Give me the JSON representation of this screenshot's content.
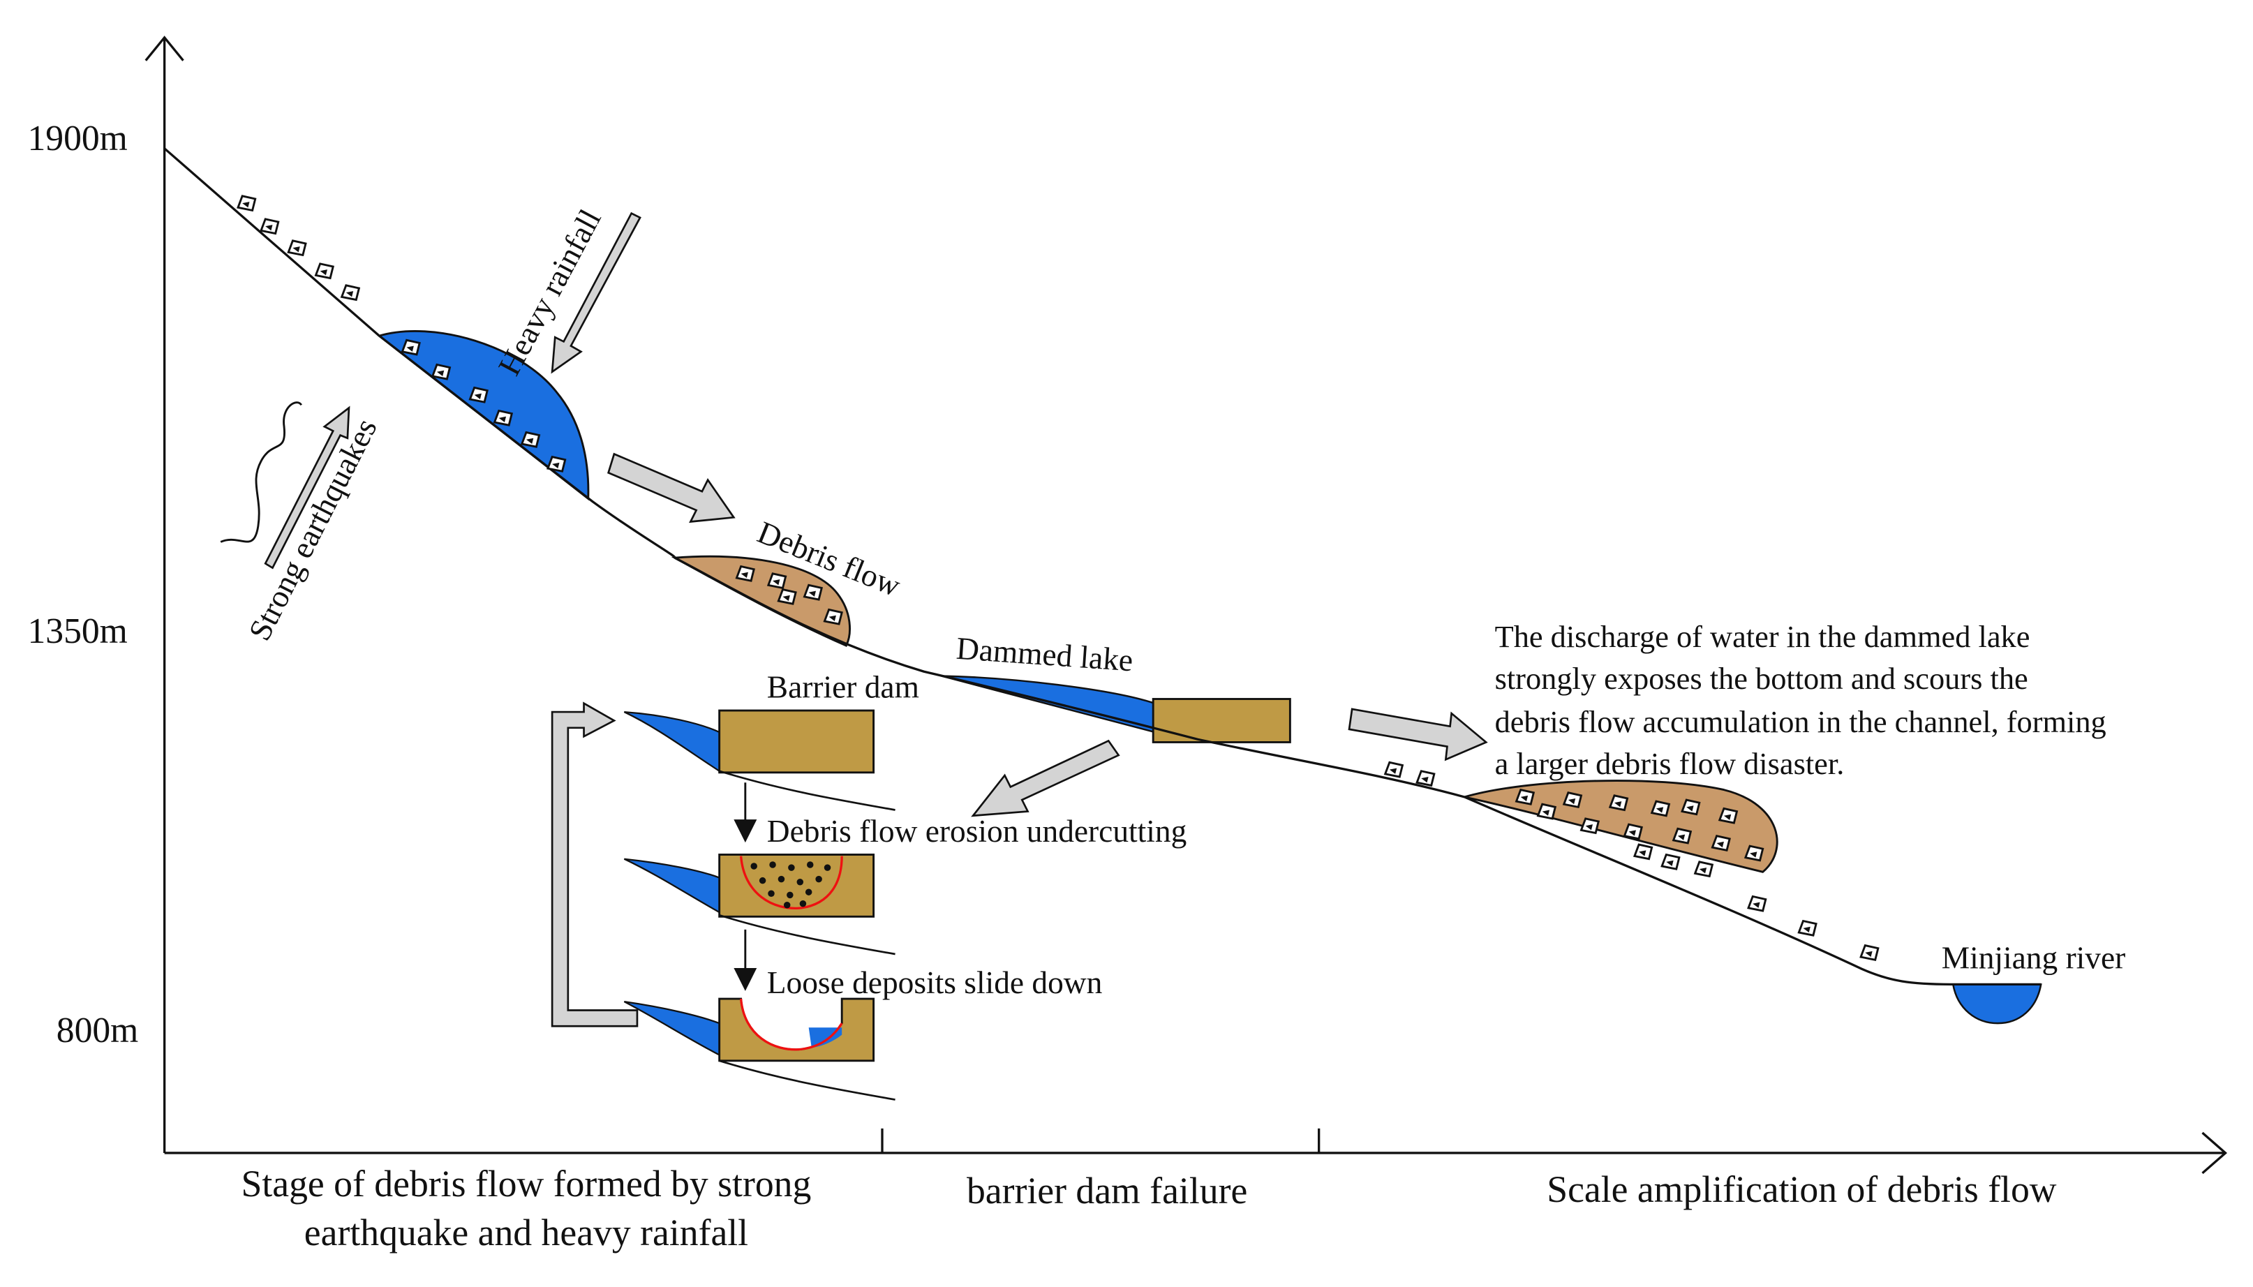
{
  "axis": {
    "y_ticks": [
      "1900m",
      "1350m",
      "800m"
    ],
    "x_sections": [
      {
        "line1": "Stage of debris flow formed by strong",
        "line2": "earthquake and heavy rainfall"
      },
      {
        "line1": "barrier dam failure"
      },
      {
        "line1": "Scale amplification of debris flow"
      }
    ]
  },
  "labels": {
    "heavy_rainfall": "Heavy rainfall",
    "strong_earthquakes": "Strong earthquakes",
    "debris_flow": "Debris flow",
    "dammed_lake": "Dammed lake",
    "barrier_dam": "Barrier dam",
    "erosion": "Debris flow erosion undercutting",
    "slide": "Loose deposits slide down",
    "minjiang": "Minjiang river",
    "discharge": [
      "The discharge of water in the dammed lake",
      "strongly exposes the bottom and scours the",
      "debris flow accumulation in the channel, forming",
      "a larger debris flow disaster."
    ]
  },
  "colors": {
    "water": "#1a6fe0",
    "debris": "#c99a6a",
    "dam": "#bf9a45",
    "arrow_fill": "#d4d4d4",
    "slip_line": "#ee1111"
  }
}
